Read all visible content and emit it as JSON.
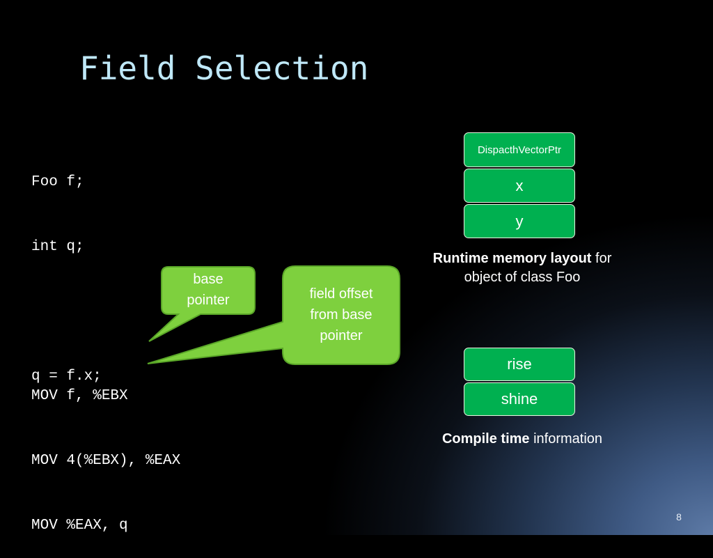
{
  "slide": {
    "title": "Field Selection",
    "number": "8"
  },
  "source_code": {
    "lines": [
      "Foo f;",
      "int q;",
      "",
      "q = f.x;"
    ]
  },
  "asm_code": {
    "lines": [
      "MOV f, %EBX",
      "MOV 4(%EBX), %EAX",
      "MOV %EAX, q"
    ]
  },
  "callouts": {
    "base_pointer": [
      "base",
      "pointer"
    ],
    "field_offset": [
      "field offset",
      "from base",
      "pointer"
    ]
  },
  "runtime_layout": {
    "fields": [
      "DispacthVectorPtr",
      "x",
      "y"
    ],
    "caption_bold": "Runtime memory layout",
    "caption_rest_1": " for",
    "caption_rest_2": "object of class Foo"
  },
  "compile_time": {
    "fields": [
      "rise",
      "shine"
    ],
    "caption_bold": "Compile time",
    "caption_rest": " information"
  },
  "colors": {
    "background": "#000000",
    "title": "#bfe8f8",
    "box_fill": "#00b050",
    "callout_fill": "#7ed03e",
    "callout_stroke": "#5aa628"
  }
}
